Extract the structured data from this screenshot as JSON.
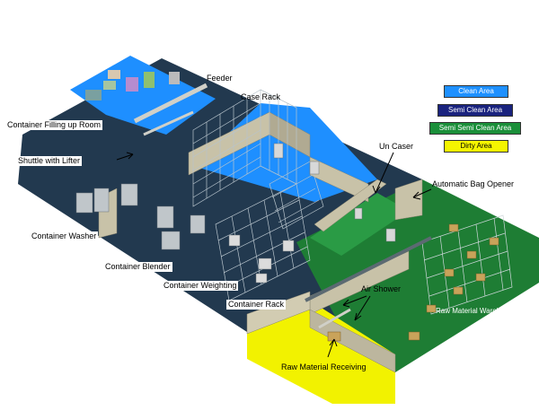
{
  "legend": [
    {
      "label": "Clean Area",
      "color": "#1e90ff",
      "text_color": "#ffffff"
    },
    {
      "label": "Semi Clean Area",
      "color": "#1a237e",
      "text_color": "#ffffff"
    },
    {
      "label": "Semi Semi Clean Area",
      "color": "#1b8f3a",
      "text_color": "#ffffff"
    },
    {
      "label": "Dirty Area",
      "color": "#f5f500",
      "text_color": "#000000"
    }
  ],
  "labels": {
    "feeder": "Feeder",
    "case_rack": "Case Rack",
    "container_filling_up_room": "Container Filling up Room",
    "shuttle_with_lifter": "Shuttle with Lifter",
    "un_caser": "Un Caser",
    "automatic_bag_opener": "Automatic Bag Opener",
    "container_washer": "Container Washer",
    "container_blender": "Container Blender",
    "container_weighting": "Container Weighting",
    "container_rack": "Container Rack",
    "air_shower": "Air Shower",
    "raw_material_warehouse": "Raw Material Warehouse",
    "raw_material_receiving": "Raw Material Receiving"
  },
  "zone_colors": {
    "clean": "#1e8fff",
    "semi_clean": "#22394f",
    "semi_semi_clean": "#1e7d34",
    "dirty": "#f2f200"
  }
}
